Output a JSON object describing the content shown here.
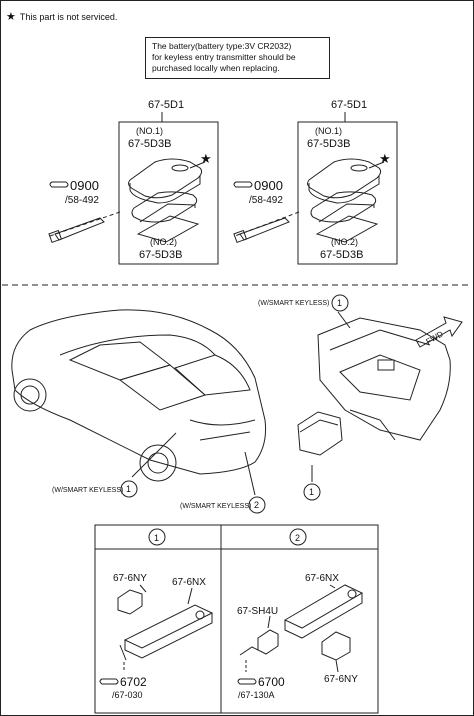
{
  "note": {
    "symbol": "★",
    "text": "This part is not serviced."
  },
  "battery_note": {
    "line1": "The battery(battery type:3V CR2032)",
    "line2": "for keyless entry transmitter should be",
    "line3": "purchased locally when replacing."
  },
  "left_group": {
    "assembly": "67-5D1",
    "no1": "(NO.1)",
    "part_no1": "67-5D3B",
    "no2": "(NO.2)",
    "part_no2": "67-5D3B",
    "ref_code": "0900",
    "ref_sub": "/58-492",
    "star": "★"
  },
  "right_group": {
    "assembly": "67-5D1",
    "no1": "(NO.1)",
    "part_no1": "67-5D3B",
    "no2": "(NO.2)",
    "part_no2": "67-5D3B",
    "ref_code": "0900",
    "ref_sub": "/58-492",
    "star": "★"
  },
  "vehicle": {
    "smart_keyless_1": "(W/SMART KEYLESS)",
    "smart_keyless_2": "(W/SMART KEYLESS)",
    "smart_keyless_top": "(W/SMART KEYLESS)",
    "callout_1": "1",
    "callout_2": "2",
    "callout_dash_1": "1",
    "callout_dash_1b": "1",
    "fwd": "FWD"
  },
  "detail_1": {
    "index": "1",
    "part_a": "67-6NY",
    "part_b": "67-6NX",
    "ref_code": "6702",
    "ref_sub": "/67-030"
  },
  "detail_2": {
    "index": "2",
    "part_a": "67-6NX",
    "part_b": "67-SH4U",
    "part_c": "67-6NY",
    "ref_code": "6700",
    "ref_sub": "/67-130A"
  },
  "colors": {
    "line": "#222222",
    "background": "#ffffff"
  }
}
